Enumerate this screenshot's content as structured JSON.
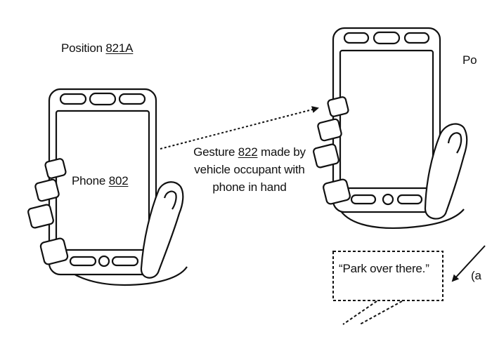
{
  "position_a": {
    "prefix": "Position ",
    "ref": "821A"
  },
  "phone": {
    "prefix": "Phone ",
    "ref": "802"
  },
  "gesture": {
    "prefix": "Gesture ",
    "ref": "822",
    "rest": " made by vehicle occupant with phone in hand"
  },
  "position_b": {
    "partial": "Po"
  },
  "speech": {
    "text": "“Park over there.”"
  },
  "partial_paren": "(a"
}
